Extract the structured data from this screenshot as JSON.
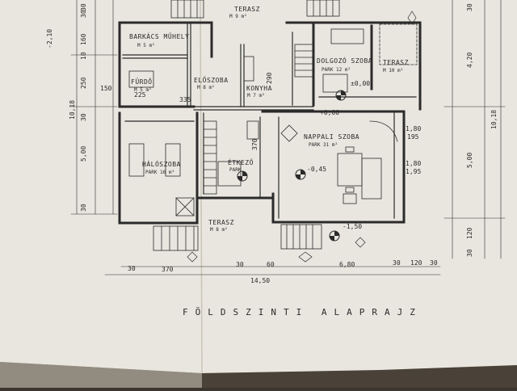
{
  "plan": {
    "caption": "FÖLDSZINTI  ALAPRAJZ",
    "rooms": [
      {
        "id": "terasz-top",
        "name": "TERASZ",
        "area": "M 9 m²"
      },
      {
        "id": "barkacs",
        "name": "BARKÁCS MŰHELY",
        "area": "M 5 m²"
      },
      {
        "id": "furdo",
        "name": "FÜRDŐ",
        "area": "M 5 m²"
      },
      {
        "id": "eloszoba",
        "name": "ELŐSZOBA",
        "area": "M 8 m²"
      },
      {
        "id": "konyha",
        "name": "KONYHA",
        "area": "M 7 m²"
      },
      {
        "id": "dolgozo",
        "name": "DOLGOZÓ SZOBA",
        "area": "PARK 12 m²"
      },
      {
        "id": "terasz-right",
        "name": "TERASZ",
        "area": "M 10 m²"
      },
      {
        "id": "haloszoba",
        "name": "HÁLÓSZOBA",
        "area": "PARK 16 m²"
      },
      {
        "id": "etkezo",
        "name": "ÉTKEZŐ",
        "area": "PARK"
      },
      {
        "id": "nappali",
        "name": "NAPPALI SZOBA",
        "area": "PARK 31 m²"
      },
      {
        "id": "terasz-bottom",
        "name": "TERASZ",
        "area": "M 8 m²"
      }
    ],
    "level_marks": [
      "±0,00",
      "-0,45",
      "-1,50"
    ],
    "dimensions_bottom": [
      "30",
      "370",
      "30",
      "6,80",
      "30",
      "120",
      "30",
      "14,50"
    ],
    "dimensions_left": [
      "30",
      "160",
      "10",
      "250",
      "30",
      "5,00",
      "10,18",
      "150",
      "225",
      "30",
      "30"
    ],
    "dimensions_right": [
      "10,18",
      "30",
      "4,20",
      "5,00",
      "120",
      "30"
    ],
    "dimensions_misc": [
      "-2,10",
      "335",
      "290",
      "370",
      "1,80",
      "195",
      "1,80",
      "1,95",
      "+0,00",
      "60"
    ]
  }
}
